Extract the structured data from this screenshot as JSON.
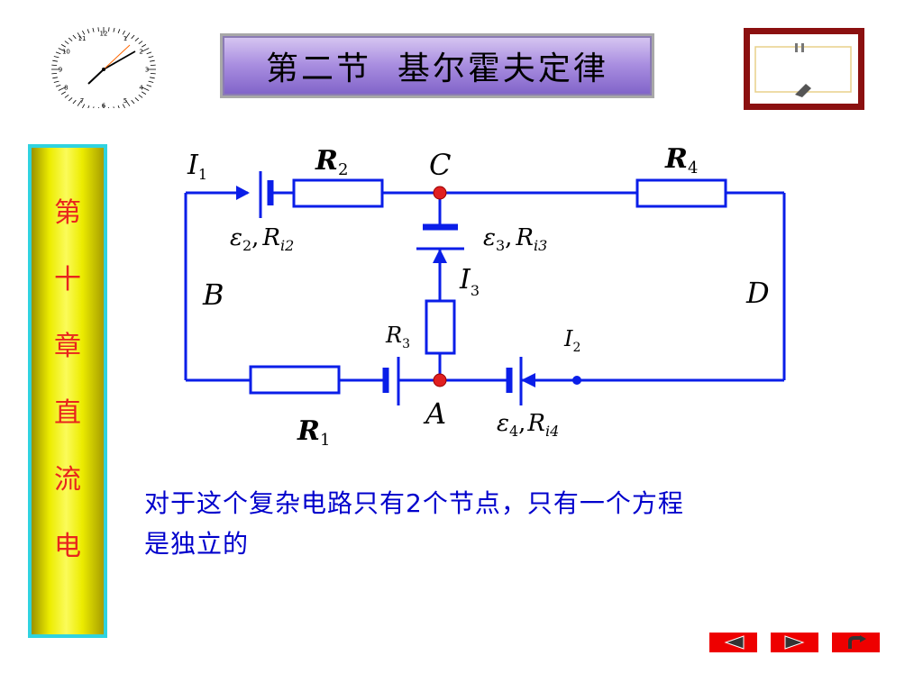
{
  "header": {
    "title": "第二节  基尔霍夫定律",
    "clock_face_numbers": [
      "12",
      "1",
      "2",
      "3",
      "4",
      "5",
      "6",
      "7",
      "8",
      "9",
      "10",
      "11"
    ]
  },
  "sidebar": {
    "chapter_chars": [
      "第",
      "十",
      "章",
      "直",
      "流",
      "电"
    ]
  },
  "circuit": {
    "nodes": {
      "A": "A",
      "B": "B",
      "C": "C",
      "D": "D"
    },
    "currents": {
      "I1": "I",
      "I1_sub": "1",
      "I2": "I",
      "I2_sub": "2",
      "I3": "I",
      "I3_sub": "3"
    },
    "resistors": {
      "R1": "R",
      "R1_sub": "1",
      "R2": "R",
      "R2_sub": "2",
      "R3": "R",
      "R3_sub": "3",
      "R4": "R",
      "R4_sub": "4"
    },
    "sources": {
      "e2": "ε",
      "e2_sub": "2",
      "Ri2": "R",
      "Ri2_sub": "i2",
      "e3": "ε",
      "e3_sub": "3",
      "Ri3": "R",
      "Ri3_sub": "i3",
      "e4": "ε",
      "e4_sub": "4",
      "Ri4": "R",
      "Ri4_sub": "i4",
      "sep": ","
    },
    "colors": {
      "wire": "#0a1ee8",
      "node": "#e02020",
      "text": "#000000"
    }
  },
  "statement": {
    "line1": "对于这个复杂电路只有2个节点，只有一个方程",
    "line2": "是独立的"
  },
  "nav": {
    "color": "#ee0000",
    "prev_icon": "left-triangle-icon",
    "next_icon": "right-triangle-icon",
    "return_icon": "return-arrow-icon"
  }
}
